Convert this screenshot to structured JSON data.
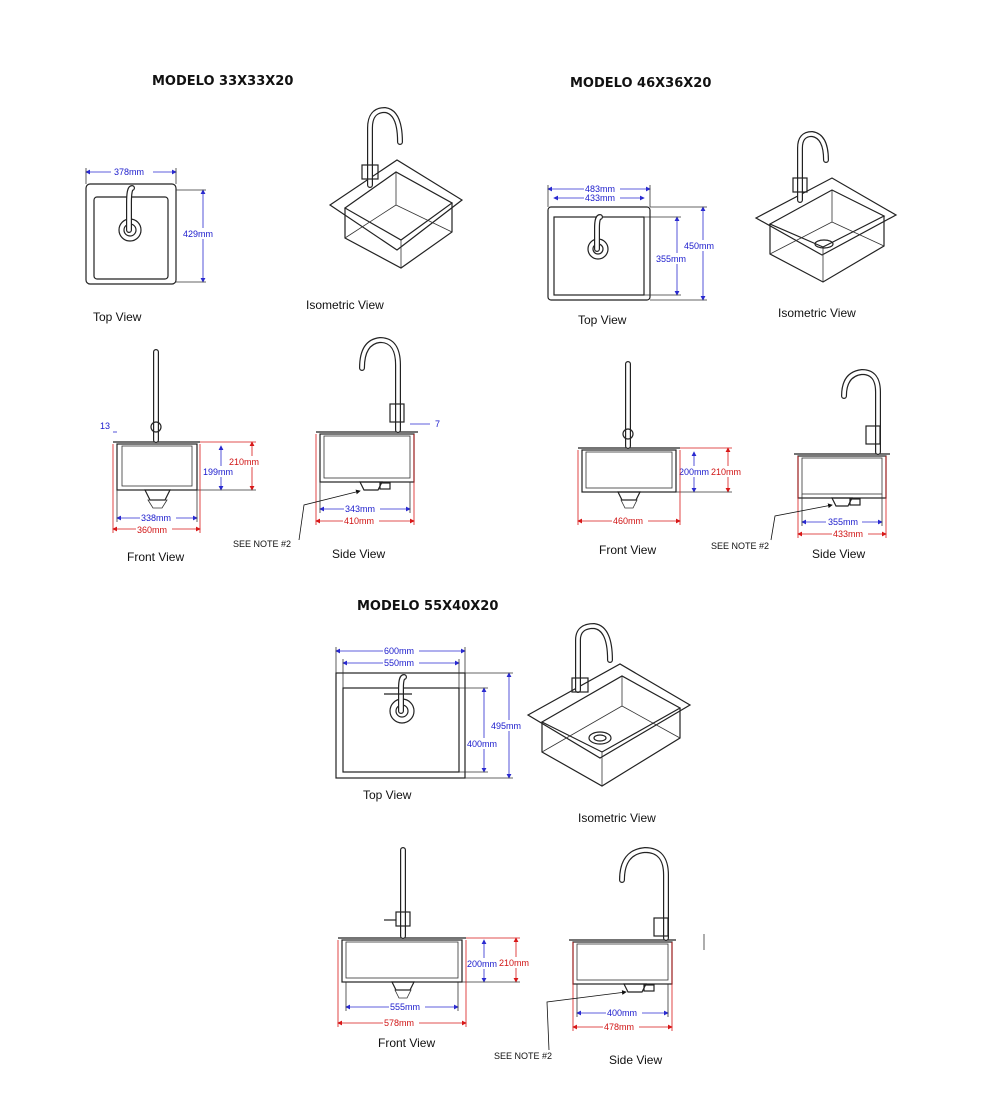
{
  "models": [
    {
      "title": "MODELO 33X33X20",
      "views": {
        "top": "Top View",
        "isometric": "Isometric View",
        "front": "Front View",
        "side": "Side View"
      },
      "note": "SEE NOTE #2",
      "dims": {
        "top_width": "378mm",
        "top_depth": "429mm",
        "front_flange": "13",
        "front_inner_h": "199mm",
        "front_outer_h": "210mm",
        "front_inner_w": "338mm",
        "front_outer_w": "360mm",
        "side_offset": "7",
        "side_inner_w": "343mm",
        "side_outer_w": "410mm"
      }
    },
    {
      "title": "MODELO 46X36X20",
      "views": {
        "top": "Top View",
        "isometric": "Isometric View",
        "front": "Front View",
        "side": "Side View"
      },
      "note": "SEE NOTE #2",
      "dims": {
        "top_outer_w": "483mm",
        "top_inner_w": "433mm",
        "top_inner_d": "355mm",
        "top_outer_d": "450mm",
        "front_inner_h": "200mm",
        "front_outer_h": "210mm",
        "front_outer_w": "460mm",
        "side_inner_w": "355mm",
        "side_outer_w": "433mm"
      }
    },
    {
      "title": "MODELO 55X40X20",
      "views": {
        "top": "Top View",
        "isometric": "Isometric View",
        "front": "Front View",
        "side": "Side View"
      },
      "note": "SEE NOTE #2",
      "dims": {
        "top_outer_w": "600mm",
        "top_inner_w": "550mm",
        "top_outer_d": "495mm",
        "top_inner_d": "400mm",
        "front_inner_h": "200mm",
        "front_outer_h": "210mm",
        "front_inner_w": "555mm",
        "front_outer_w": "578mm",
        "side_inner_w": "400mm",
        "side_outer_w": "478mm"
      }
    }
  ],
  "colors": {
    "dimension_inner": "#1a1acc",
    "dimension_outer": "#d01414",
    "line": "#222222"
  }
}
